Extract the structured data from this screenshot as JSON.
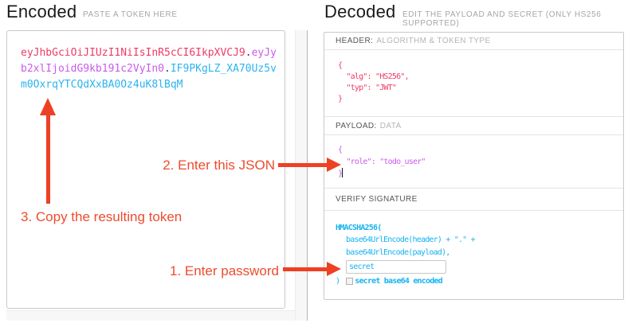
{
  "encoded": {
    "title": "Encoded",
    "subtitle": "PASTE A TOKEN HERE",
    "token": {
      "header_part": "eyJhbGciOiJIUzI1NiIsInR5cCI6IkpXVCJ9",
      "separator": ".",
      "payload_part": "eyJyb2xlIjoidG9kb191c2VyIn0",
      "signature_part": "IF9PKgLZ_XA70Uz5vm0OxrqYTCQdXxBA0Oz4uK8lBqM"
    }
  },
  "decoded": {
    "title": "Decoded",
    "subtitle": "EDIT THE PAYLOAD AND SECRET (ONLY HS256 SUPPORTED)",
    "header_section": {
      "label_strong": "HEADER:",
      "label_light": "ALGORITHM & TOKEN TYPE",
      "json_lines": [
        "{",
        "  \"alg\": \"HS256\",",
        "  \"typ\": \"JWT\"",
        "}"
      ]
    },
    "payload_section": {
      "label_strong": "PAYLOAD:",
      "label_light": "DATA",
      "json_lines": [
        "{",
        "  \"role\": \"todo_user\"",
        "}"
      ]
    },
    "signature_section": {
      "label_strong": "VERIFY SIGNATURE",
      "fn_open": "HMACSHA256(",
      "arg_line1": "base64UrlEncode(header) + \".\" +",
      "arg_line2": "base64UrlEncode(payload),",
      "secret_value": "secret",
      "fn_close": ")",
      "checkbox_label": "secret base64 encoded",
      "checkbox_checked": false
    }
  },
  "annotations": {
    "step1": "1. Enter password",
    "step2": "2. Enter this JSON",
    "step3": "3. Copy the resulting token"
  },
  "colors": {
    "token_header": "#ef3a66",
    "token_payload": "#c95be8",
    "token_signature": "#2bb4ef",
    "signature_code": "#16b3ef",
    "annotation": "#ee4023"
  }
}
